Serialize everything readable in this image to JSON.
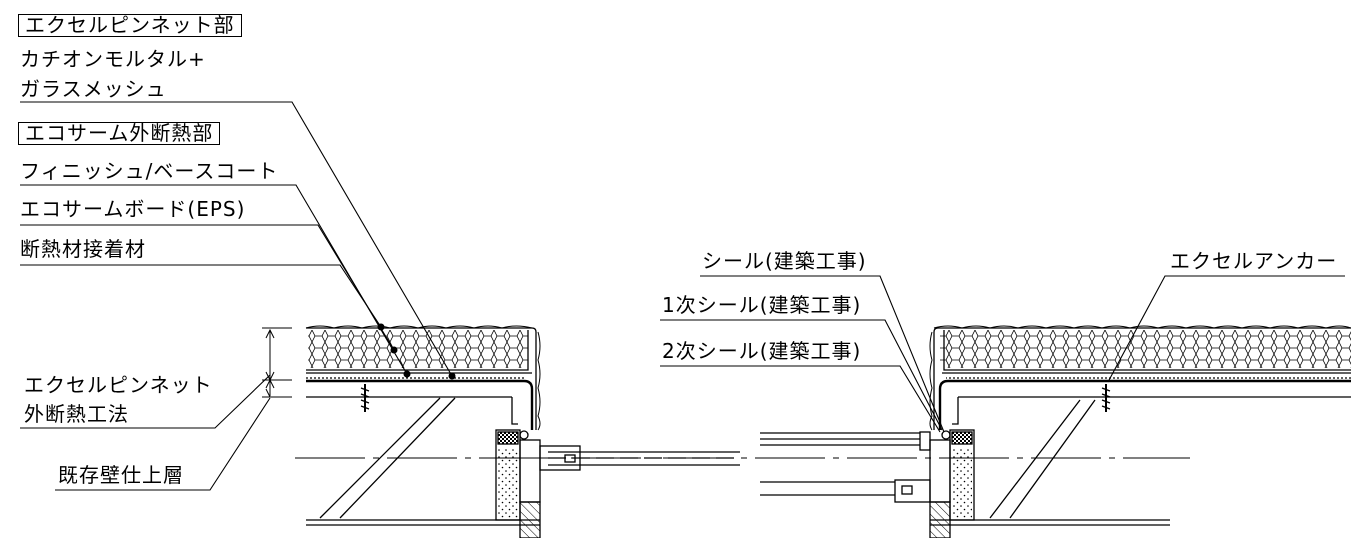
{
  "labels": {
    "excel_pin_net_section": "エクセルピンネット部",
    "cationic_mortar_line1": "カチオンモルタル+",
    "cationic_mortar_line2": "ガラスメッシュ",
    "ecotherm_insulation_section": "エコサーム外断熱部",
    "finish_basecoat": "フィニッシュ/ベースコート",
    "ecotherm_board": "エコサームボード(EPS)",
    "insulation_adhesive": "断熱材接着材",
    "method_line1": "エクセルピンネット",
    "method_line2": "外断熱工法",
    "existing_wall_finish": "既存壁仕上層",
    "seal_building": "シール(建築工事)",
    "primary_seal": "1次シール(建築工事)",
    "secondary_seal": "2次シール(建築工事)",
    "excel_anchor": "エクセルアンカー"
  },
  "colors": {
    "line": "#000000",
    "background": "#ffffff"
  }
}
